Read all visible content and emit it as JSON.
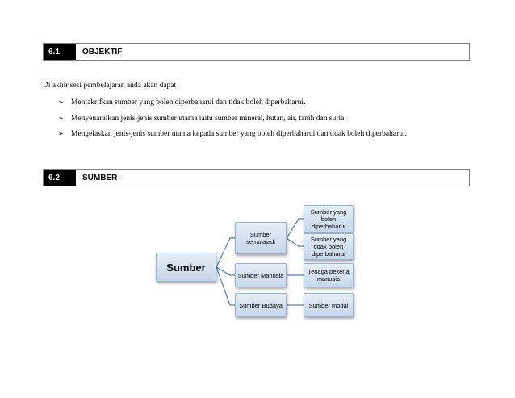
{
  "section1": {
    "number": "6.1",
    "title": "OBJEKTIF"
  },
  "intro": "Di akhir sesi pembelajaran anda akan dapat",
  "objectives": [
    "Mentakrifkan sumber yang boleh diperbaharui dan tidak boleh diperbaharui.",
    "Menyenaraikan jenis-jenis sumber utama iaitu sumber mineral, hutan, air, tanih dan suria.",
    "Mengelaskan jenis-jenis sumber utama kepada sumber yang boleh diperbaharui dan tidak boleh diperbaharui."
  ],
  "bullet_icon": "arrow-bullet-icon",
  "section2": {
    "number": "6.2",
    "title": "SUMBER"
  },
  "diagram": {
    "root": "Sumber",
    "level1": [
      "Sumber semulajadi",
      "Sumber Manusia",
      "Sumber Budaya"
    ],
    "level2": [
      "Sumber yang boleh diperbaharui",
      "Sumber yang tidak boleh diperbaharui",
      "Tenaga pekerja manusia",
      "Sumber modal"
    ],
    "connector_color": "#4f81bd",
    "node_fill": "#dce6f2",
    "node_border": "#95b3d7"
  }
}
